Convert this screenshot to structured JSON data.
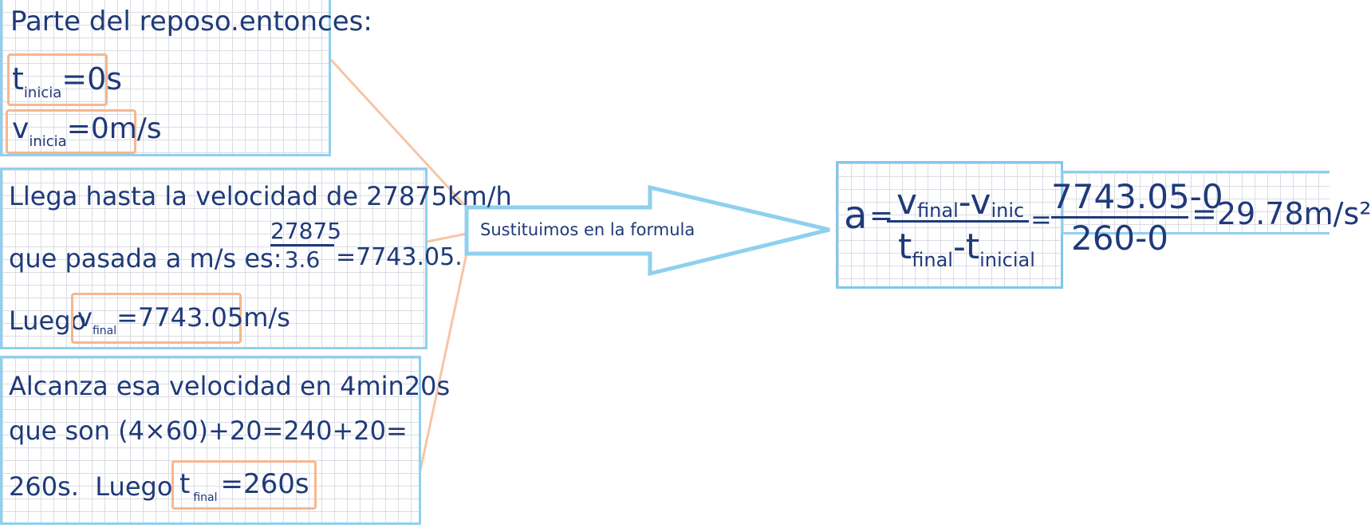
{
  "box1": {
    "line1": "Parte del reposo.entonces:",
    "t_symbol": "t",
    "t_sub": "inicia",
    "t_rest": "=0s",
    "v_symbol": "v",
    "v_sub": "inicia",
    "v_rest": "=0m/s"
  },
  "box2": {
    "line1": "Llega hasta la velocidad de 27875km/h",
    "line2": "que pasada a m/s es:",
    "frac_num": "27875",
    "frac_den": "3.6",
    "frac_result": "=7743.05.",
    "line3_lead": "Luego",
    "v_symbol": "v",
    "v_sub": "final",
    "v_rest": "=7743.05m/s"
  },
  "box3": {
    "line1": "Alcanza esa velocidad en 4min20s",
    "line2": "que son (4×60)+20=240+20=",
    "line3_lead": "260s.  Luego",
    "t_symbol": "t",
    "t_sub": "final",
    "t_rest": "=260s"
  },
  "arrow": {
    "label": "Sustituimos en la formula"
  },
  "formula": {
    "a": "a",
    "eq1": "=",
    "num_v_final": "v",
    "num_v_final_sub": "final",
    "num_minus": "-",
    "num_v_inic": "v",
    "num_v_inic_sub": "inic",
    "den_t_final": "t",
    "den_t_final_sub": "final",
    "den_minus": "-",
    "den_t_inicial": "t",
    "den_t_inicial_sub": "inicial",
    "eq2": "=",
    "frac2_num": "7743.05-0",
    "frac2_den": "260-0",
    "result": "=29.78m/s²"
  },
  "colors": {
    "ink": "#1f3a7a",
    "box_border": "#8fd0ee",
    "highlight": "#f6b78f",
    "grid": "#d9dde3"
  }
}
